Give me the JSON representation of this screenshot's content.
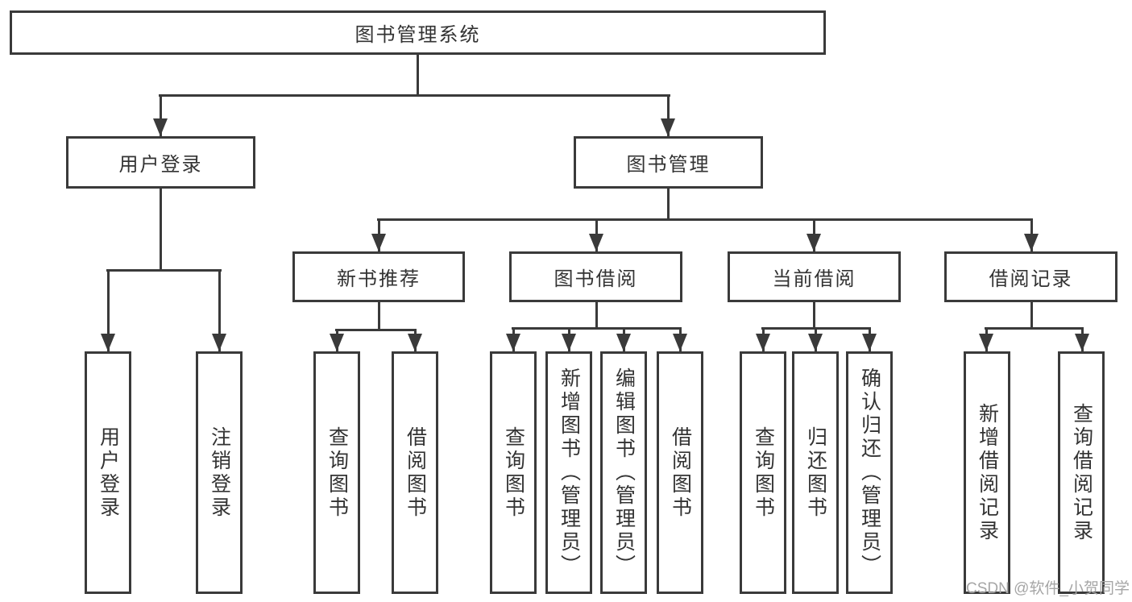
{
  "nodes": {
    "root": "图书管理系统",
    "userLogin": "用户登录",
    "bookMgmt": "图书管理",
    "newBookRec": "新书推荐",
    "bookBorrow": "图书借阅",
    "currentBorrow": "当前借阅",
    "borrowRecords": "借阅记录",
    "leafUserLogin": "用户登录",
    "leafLogout": "注销登录",
    "leafQueryBooksRec": "查询图书",
    "leafBorrowBooksRec": "借阅图书",
    "leafQueryBooksBorrow": "查询图书",
    "leafAddBooks": "新增图书（管理员）",
    "leafEditBooks": "编辑图书（管理员）",
    "leafBorrowBooksBorrow": "借阅图书",
    "leafQueryBooksCurrent": "查询图书",
    "leafReturnBooks": "归还图书",
    "leafConfirmReturn": "确认归还（管理员）",
    "leafAddBorrowRecord": "新增借阅记录",
    "leafQueryBorrowRecord": "查询借阅记录"
  },
  "watermark": "CSDN @软件_小贺同学",
  "colors": {
    "line": "#3a3a3a",
    "text": "#333333",
    "watermark": "#a6a6a6"
  }
}
